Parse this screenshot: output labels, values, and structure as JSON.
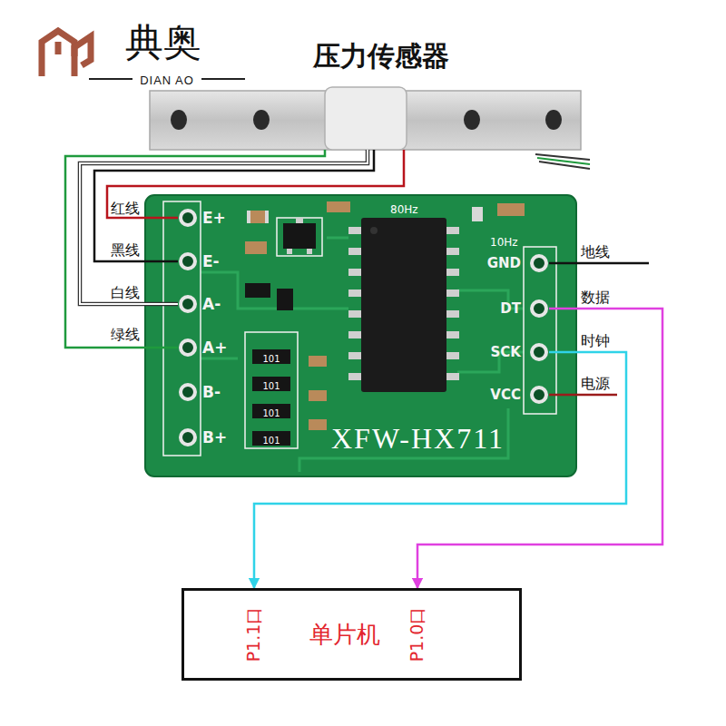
{
  "diagram": {
    "nodes": [
      {
        "text": [
          "压力传感器"
        ]
      },
      {
        "text": [
          "XFW-HX711"
        ]
      },
      {
        "text": [
          "E+"
        ],
        "in": 1
      },
      {
        "text": [
          "E-"
        ],
        "in": 1
      },
      {
        "text": [
          "A-"
        ],
        "in": 1
      },
      {
        "text": [
          "A+"
        ],
        "in": 1
      },
      {
        "text": [
          "B-"
        ],
        "in": 1
      },
      {
        "text": [
          "B+"
        ],
        "in": 1
      },
      {
        "text": [
          "GND"
        ],
        "in": 1
      },
      {
        "text": [
          "DT"
        ],
        "in": 1
      },
      {
        "text": [
          "SCK"
        ],
        "in": 1
      },
      {
        "text": [
          "VCC"
        ],
        "in": 1
      },
      {
        "text": [
          "P1.1口",
          "单片机",
          "P1.0口"
        ]
      }
    ],
    "edges": [
      {
        "from": 0,
        "to": 2,
        "arrow": "none",
        "label": "红线"
      },
      {
        "from": 0,
        "to": 3,
        "arrow": "none",
        "label": "黑线"
      },
      {
        "from": 0,
        "to": 4,
        "arrow": "none",
        "label": "白线"
      },
      {
        "from": 0,
        "to": 5,
        "arrow": "none",
        "label": "绿线"
      },
      {
        "from": 9,
        "to": 12,
        "arrow": "to",
        "label": "数据"
      },
      {
        "from": 10,
        "to": 12,
        "arrow": "to",
        "label": "时钟"
      }
    ],
    "labels": [
      "典奥",
      "DIAN AO",
      "80Hz",
      "10Hz",
      "101",
      "101",
      "101",
      "101",
      "地线",
      "电源"
    ]
  }
}
